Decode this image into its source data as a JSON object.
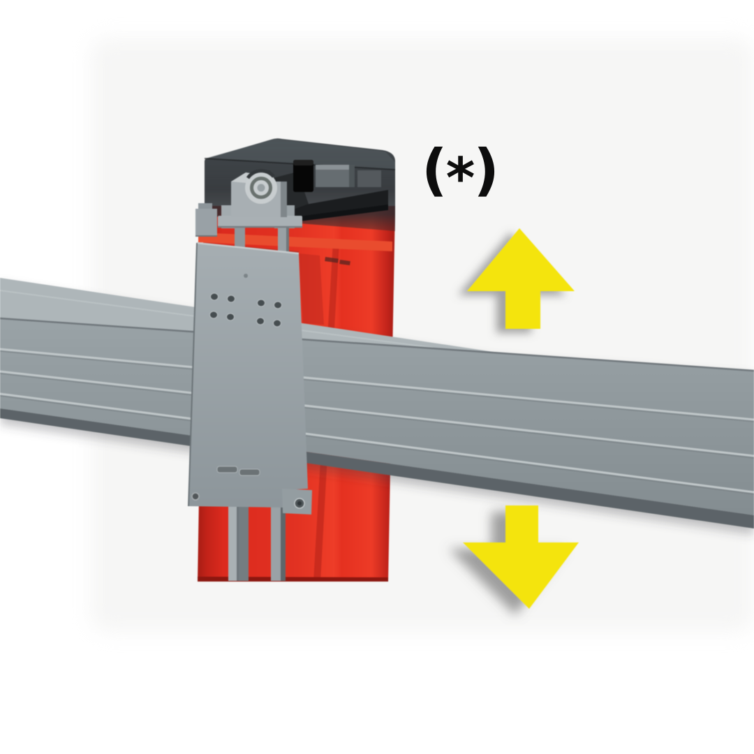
{
  "figure": {
    "type": "technical-illustration",
    "description": "Red lift post with smoked cover, pulley carriage plate and crossbeam; yellow arrows indicate up and down travel",
    "annotation_label": "(*)"
  },
  "annotation": {
    "label": "(*)",
    "open": "(",
    "star": "*",
    "close": ")"
  },
  "icons": {
    "up": "up-arrow",
    "down": "down-arrow"
  },
  "colors": {
    "background": "#ffffff",
    "backdrop_tint": "#f3f3f2",
    "column_red": "#e02e20",
    "column_red_dark": "#a81d15",
    "column_red_bright": "#ee3d28",
    "stripe_red": "#e94c2e",
    "cover_dark": "#33373b",
    "metal_gray": "#99a2a6",
    "metal_gray_light": "#aeb6b9",
    "metal_gray_dark": "#5c6468",
    "plate_gray": "#98a1a5",
    "arrow_yellow": "#f4e411",
    "annotation_black": "#0d0d0d"
  }
}
